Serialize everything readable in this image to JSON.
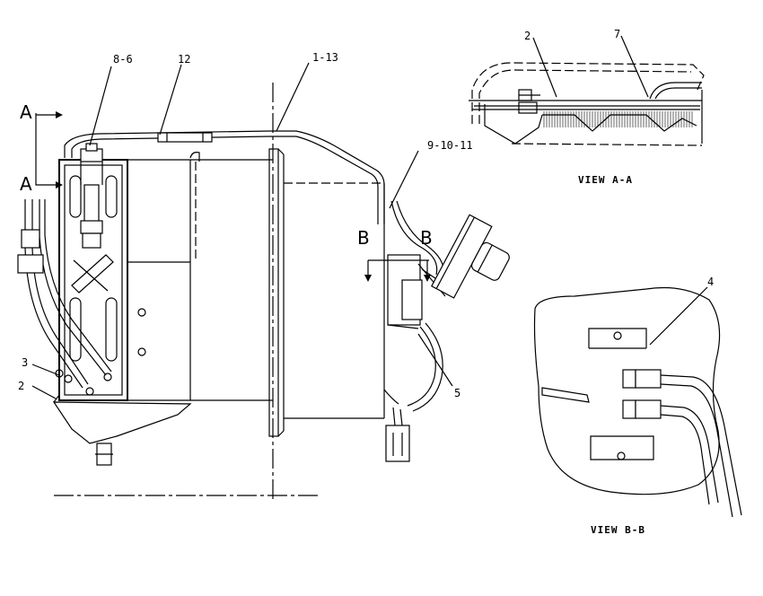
{
  "callouts": {
    "c8_6": "8-6",
    "c12": "12",
    "c1_13": "1-13",
    "c9_10_11": "9-10-11",
    "c3": "3",
    "c2": "2",
    "c5": "5",
    "c4": "4",
    "view_aa_2": "2",
    "view_aa_7": "7"
  },
  "sections": {
    "a_upper": "A",
    "a_lower": "A",
    "b_left": "B",
    "b_right": "B"
  },
  "captions": {
    "view_aa": "VIEW A-A",
    "view_bb": "VIEW B-B"
  }
}
